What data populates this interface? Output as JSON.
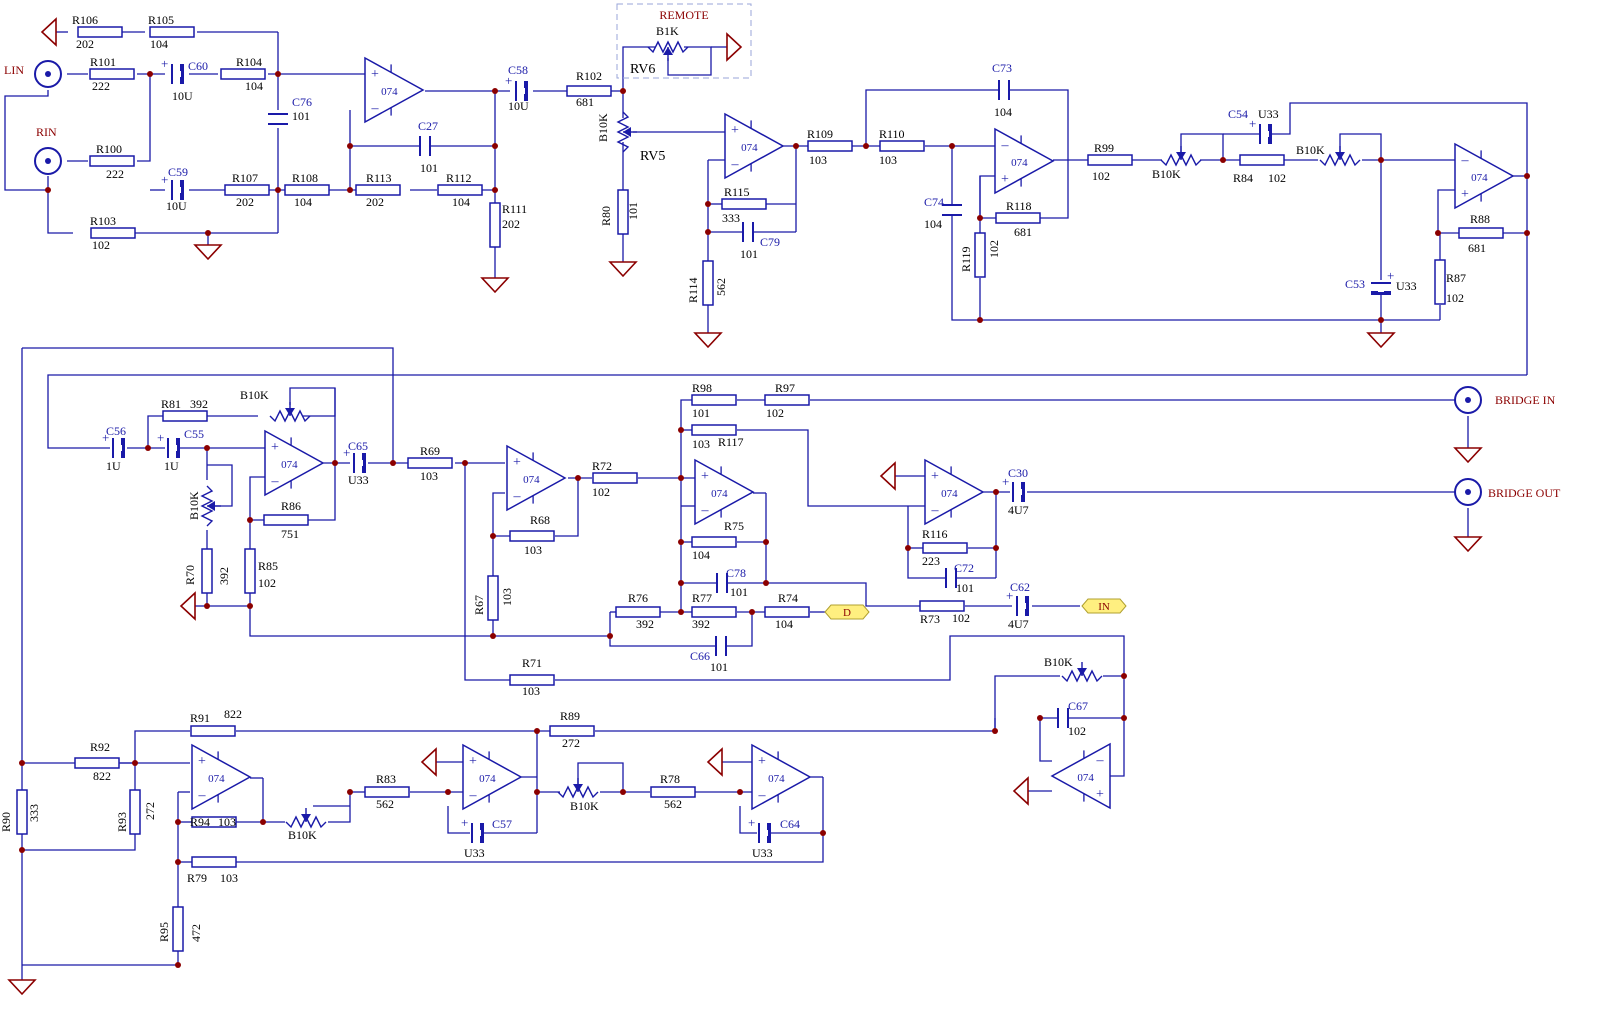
{
  "colors": {
    "wire": "#1a1aa8",
    "junction": "#8b0000",
    "ground": "#8b0000",
    "component": "#1a1aa8",
    "label": "#000000",
    "opamp_text": "#1a1aa8",
    "remote_text": "#8b0000",
    "port_fill": "#ffef80",
    "remote_box": "#9aa6d8"
  },
  "ports": {
    "lin": "LIN",
    "rin": "RIN",
    "bridge_in": "BRIDGE IN",
    "bridge_out": "BRIDGE  OUT",
    "d": "D",
    "in": "IN",
    "remote": "REMOTE"
  },
  "opamp_label": "074",
  "pot_labels": {
    "rv6": "RV6",
    "rv5": "RV5"
  },
  "resistors": [
    {
      "id": "R106",
      "value": "202"
    },
    {
      "id": "R105",
      "value": "104"
    },
    {
      "id": "R101",
      "value": "222"
    },
    {
      "id": "R104",
      "value": "104"
    },
    {
      "id": "R100",
      "value": "222"
    },
    {
      "id": "R107",
      "value": "202"
    },
    {
      "id": "R108",
      "value": "104"
    },
    {
      "id": "R103",
      "value": "102"
    },
    {
      "id": "R113",
      "value": "202"
    },
    {
      "id": "R112",
      "value": "104"
    },
    {
      "id": "R111",
      "value": "202"
    },
    {
      "id": "R102",
      "value": "681"
    },
    {
      "id": "R80",
      "value": "101"
    },
    {
      "id": "R109",
      "value": "103"
    },
    {
      "id": "R115",
      "value": "333"
    },
    {
      "id": "R114",
      "value": "562"
    },
    {
      "id": "R110",
      "value": "103"
    },
    {
      "id": "R118",
      "value": "681"
    },
    {
      "id": "R119",
      "value": "102"
    },
    {
      "id": "R99",
      "value": "102"
    },
    {
      "id": "R84",
      "value": "102"
    },
    {
      "id": "R88",
      "value": "681"
    },
    {
      "id": "R87",
      "value": "102"
    },
    {
      "id": "R81",
      "value": "392"
    },
    {
      "id": "R86",
      "value": "751"
    },
    {
      "id": "R70",
      "value": "392"
    },
    {
      "id": "R85",
      "value": "102"
    },
    {
      "id": "R69",
      "value": "103"
    },
    {
      "id": "R68",
      "value": "103"
    },
    {
      "id": "R67",
      "value": "103"
    },
    {
      "id": "R72",
      "value": "102"
    },
    {
      "id": "R98",
      "value": "101"
    },
    {
      "id": "R97",
      "value": "102"
    },
    {
      "id": "R117",
      "value": "103"
    },
    {
      "id": "R75",
      "value": "104"
    },
    {
      "id": "R76",
      "value": "392"
    },
    {
      "id": "R77",
      "value": "392"
    },
    {
      "id": "R74",
      "value": "104"
    },
    {
      "id": "R71",
      "value": "103"
    },
    {
      "id": "R116",
      "value": "223"
    },
    {
      "id": "R73",
      "value": "102"
    },
    {
      "id": "R91",
      "value": "822"
    },
    {
      "id": "R92",
      "value": "822"
    },
    {
      "id": "R89",
      "value": "272"
    },
    {
      "id": "R90",
      "value": "333"
    },
    {
      "id": "R93",
      "value": "272"
    },
    {
      "id": "R94",
      "value": "103"
    },
    {
      "id": "R79",
      "value": "103"
    },
    {
      "id": "R95",
      "value": "472"
    },
    {
      "id": "R83",
      "value": "562"
    },
    {
      "id": "R78",
      "value": "562"
    }
  ],
  "capacitors": [
    {
      "id": "C60",
      "value": "10U"
    },
    {
      "id": "C59",
      "value": "10U"
    },
    {
      "id": "C76",
      "value": "101"
    },
    {
      "id": "C27",
      "value": "101"
    },
    {
      "id": "C58",
      "value": "10U"
    },
    {
      "id": "C79",
      "value": "101"
    },
    {
      "id": "C73",
      "value": "104"
    },
    {
      "id": "C74",
      "value": "104"
    },
    {
      "id": "C54",
      "value": "U33"
    },
    {
      "id": "C53",
      "value": "U33"
    },
    {
      "id": "C56",
      "value": "1U"
    },
    {
      "id": "C55",
      "value": "1U"
    },
    {
      "id": "C65",
      "value": "U33"
    },
    {
      "id": "C78",
      "value": "101"
    },
    {
      "id": "C66",
      "value": "101"
    },
    {
      "id": "C30",
      "value": "4U7"
    },
    {
      "id": "C72",
      "value": "101"
    },
    {
      "id": "C62",
      "value": "4U7"
    },
    {
      "id": "C67",
      "value": "102"
    },
    {
      "id": "C57",
      "value": "U33"
    },
    {
      "id": "C64",
      "value": "U33"
    }
  ],
  "pots": [
    {
      "id": "rv6",
      "value": "B1K"
    },
    {
      "id": "rv5",
      "value": "B10K"
    },
    {
      "id": "pot-a",
      "value": "B10K"
    },
    {
      "id": "pot-b",
      "value": "B10K"
    },
    {
      "id": "pot-c",
      "value": "B10K"
    },
    {
      "id": "pot-d",
      "value": "B10K"
    },
    {
      "id": "pot-e",
      "value": "B10K"
    },
    {
      "id": "pot-f",
      "value": "B10K"
    },
    {
      "id": "pot-g",
      "value": "B10K"
    },
    {
      "id": "pot-h",
      "value": "B10K"
    }
  ]
}
